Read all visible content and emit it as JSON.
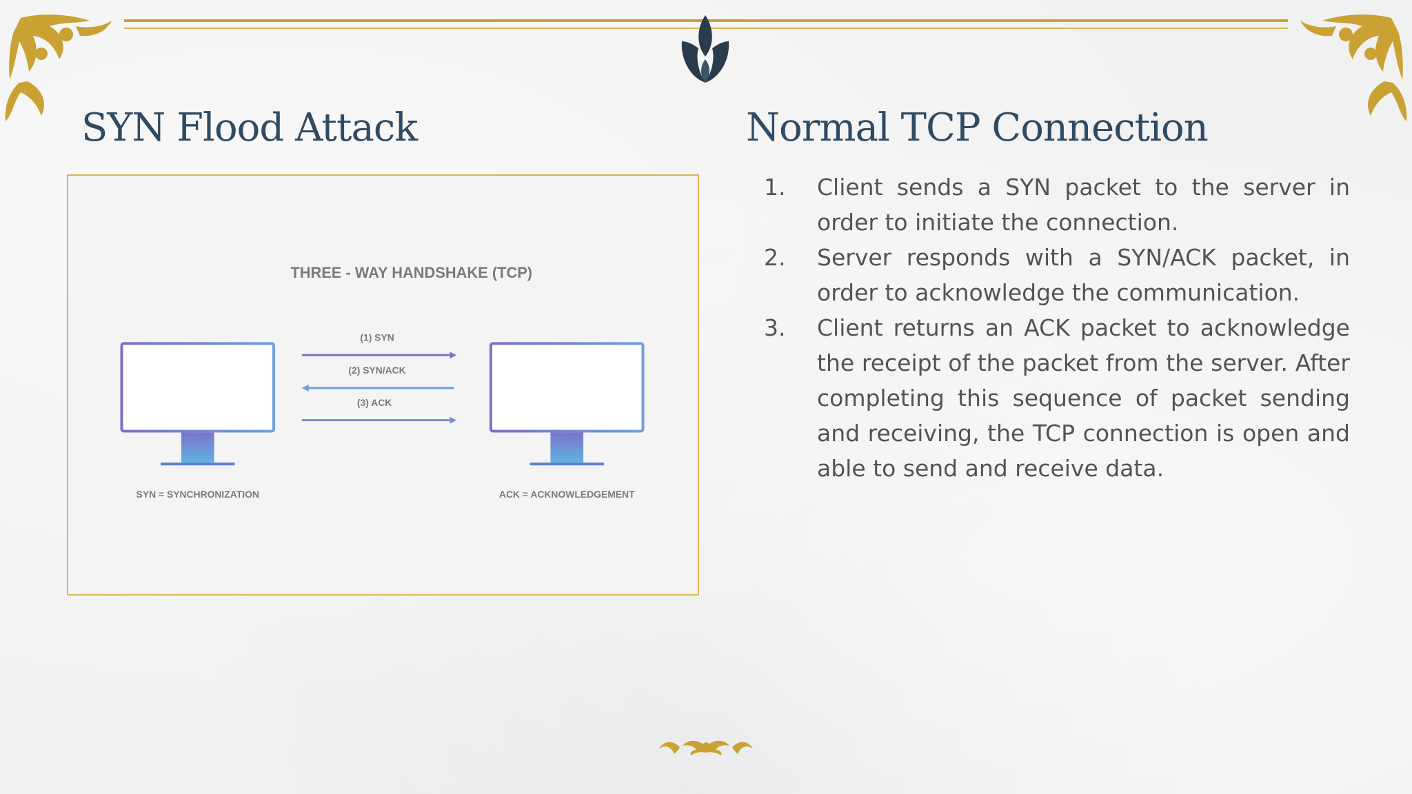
{
  "slide": {
    "left_title": "SYN Flood Attack",
    "right_title": "Normal TCP Connection"
  },
  "diagram": {
    "title": "THREE - WAY HANDSHAKE (TCP)",
    "arrows": [
      "(1) SYN",
      "(2) SYN/ACK",
      "(3) ACK"
    ],
    "left_caption": "SYN = SYNCHRONIZATION",
    "right_caption": "ACK = ACKNOWLEDGEMENT"
  },
  "steps": [
    {
      "number": "1.",
      "text": "Client sends a SYN packet to the server in order to initiate the connection."
    },
    {
      "number": "2.",
      "text": "Server responds  with a SYN/ACK packet, in order to acknowledge the communication."
    },
    {
      "number": "3.",
      "text": "Client returns an ACK packet to acknowledge the receipt of the packet from the server. After completing this sequence of packet sending and receiving, the TCP connection is open and able to send and receive data."
    }
  ],
  "colors": {
    "gold": "#c9a233",
    "title": "#2f4b63",
    "body_text": "#505457",
    "monitor_border": "#7d74c9",
    "monitor_stand": "#5fa8df"
  }
}
